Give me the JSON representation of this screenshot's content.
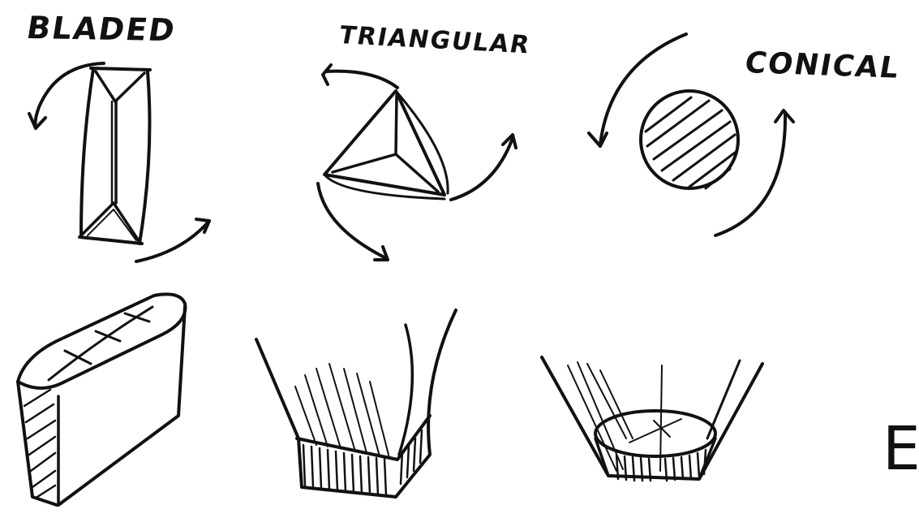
{
  "labels": {
    "bladed": "BLADED",
    "triangular": "TRIANGULAR",
    "conical": "CONICAL",
    "edge_fragment": "E"
  },
  "colors": {
    "ink": "#111111",
    "paper": "#ffffff"
  }
}
